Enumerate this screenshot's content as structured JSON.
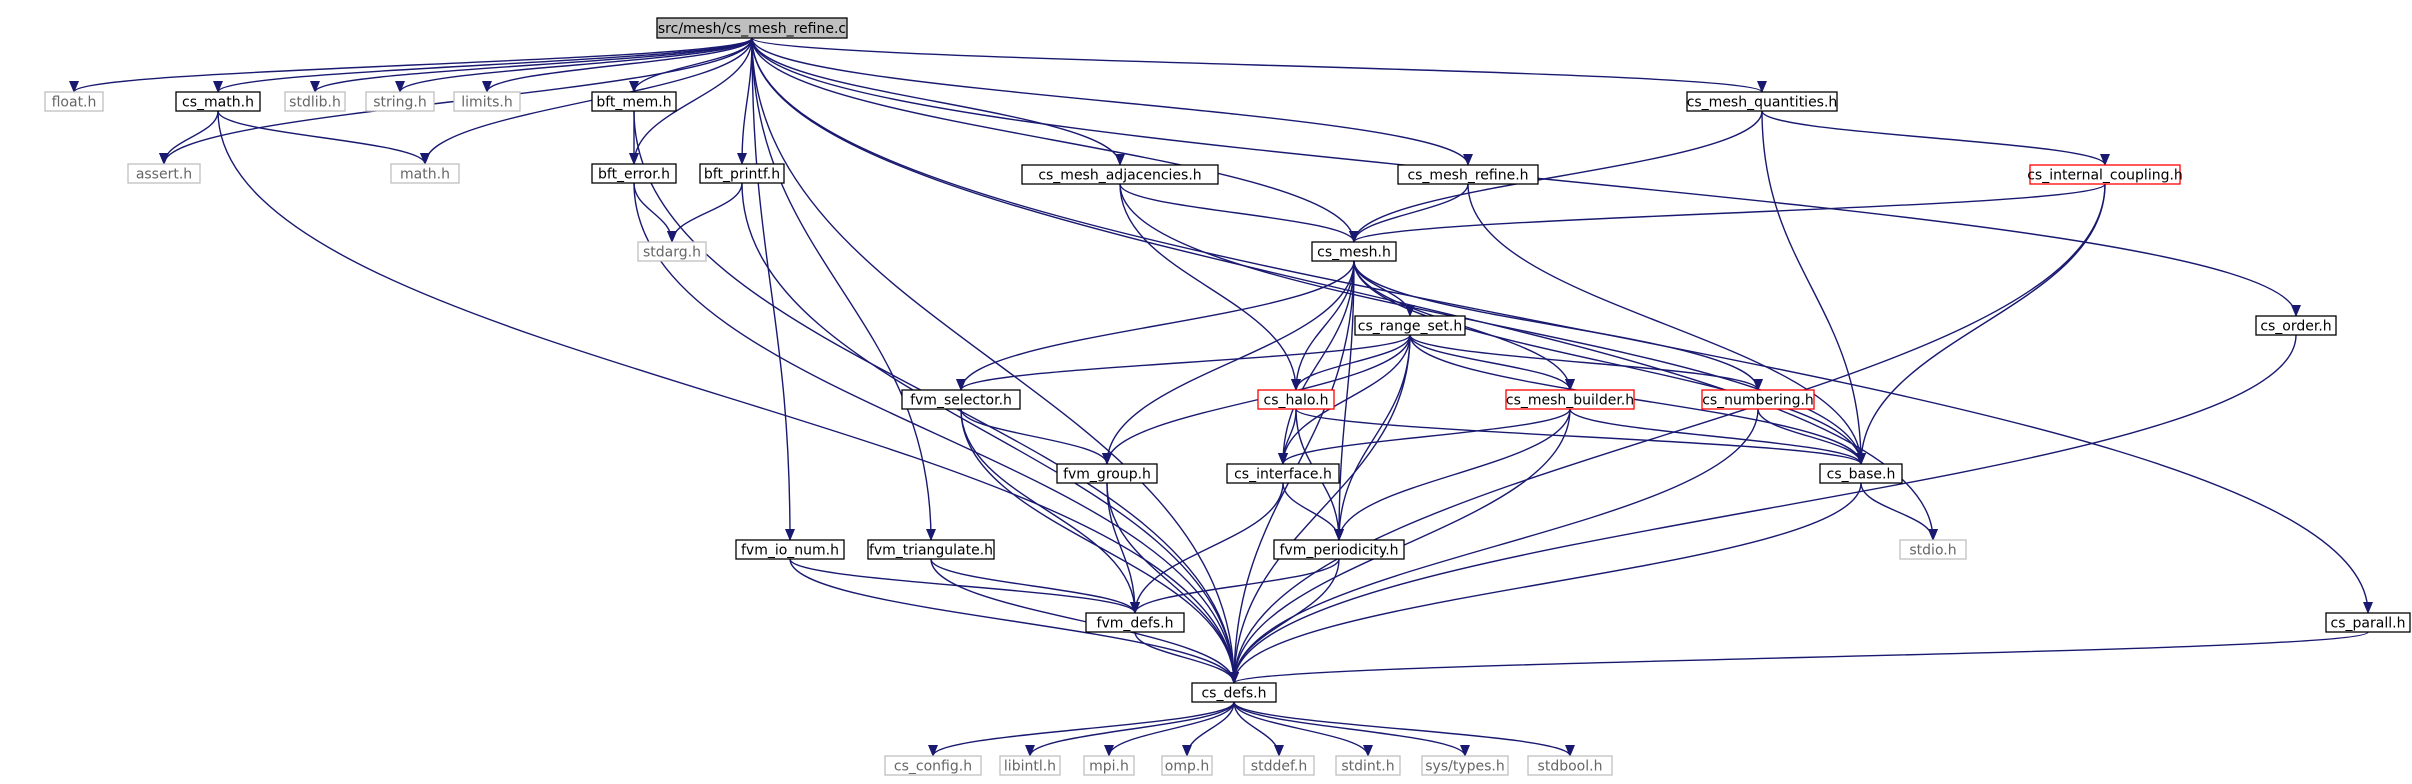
{
  "diagram": {
    "title": "src/mesh/cs_mesh_refine.c",
    "style_colors": {
      "edge": "#191970",
      "root_fill": "#bfbfbf",
      "normal_border": "#000000",
      "truncated_border": "#ff0000",
      "external_border": "#bfbfbf",
      "external_text": "#666666"
    },
    "nodes": [
      {
        "id": "root",
        "label": "src/mesh/cs_mesh_refine.c",
        "kind": "root"
      },
      {
        "id": "float",
        "label": "float.h",
        "kind": "external"
      },
      {
        "id": "cs_math",
        "label": "cs_math.h",
        "kind": "normal"
      },
      {
        "id": "stdlib",
        "label": "stdlib.h",
        "kind": "external"
      },
      {
        "id": "string",
        "label": "string.h",
        "kind": "external"
      },
      {
        "id": "limits",
        "label": "limits.h",
        "kind": "external"
      },
      {
        "id": "bft_mem",
        "label": "bft_mem.h",
        "kind": "normal"
      },
      {
        "id": "assert",
        "label": "assert.h",
        "kind": "external"
      },
      {
        "id": "math",
        "label": "math.h",
        "kind": "external"
      },
      {
        "id": "bft_error",
        "label": "bft_error.h",
        "kind": "normal"
      },
      {
        "id": "bft_printf",
        "label": "bft_printf.h",
        "kind": "normal"
      },
      {
        "id": "stdarg",
        "label": "stdarg.h",
        "kind": "external"
      },
      {
        "id": "cs_mesh_adjacencies",
        "label": "cs_mesh_adjacencies.h",
        "kind": "normal"
      },
      {
        "id": "cs_mesh_quantities",
        "label": "cs_mesh_quantities.h",
        "kind": "normal"
      },
      {
        "id": "cs_mesh_refine_h",
        "label": "cs_mesh_refine.h",
        "kind": "normal"
      },
      {
        "id": "cs_internal_coupling",
        "label": "cs_internal_coupling.h",
        "kind": "truncated"
      },
      {
        "id": "cs_mesh",
        "label": "cs_mesh.h",
        "kind": "normal"
      },
      {
        "id": "cs_range_set",
        "label": "cs_range_set.h",
        "kind": "normal"
      },
      {
        "id": "fvm_selector",
        "label": "fvm_selector.h",
        "kind": "normal"
      },
      {
        "id": "cs_halo",
        "label": "cs_halo.h",
        "kind": "truncated"
      },
      {
        "id": "cs_mesh_builder",
        "label": "cs_mesh_builder.h",
        "kind": "truncated"
      },
      {
        "id": "cs_numbering",
        "label": "cs_numbering.h",
        "kind": "truncated"
      },
      {
        "id": "cs_order",
        "label": "cs_order.h",
        "kind": "normal"
      },
      {
        "id": "fvm_group",
        "label": "fvm_group.h",
        "kind": "normal"
      },
      {
        "id": "cs_interface",
        "label": "cs_interface.h",
        "kind": "normal"
      },
      {
        "id": "cs_base",
        "label": "cs_base.h",
        "kind": "normal"
      },
      {
        "id": "fvm_io_num",
        "label": "fvm_io_num.h",
        "kind": "normal"
      },
      {
        "id": "fvm_triangulate",
        "label": "fvm_triangulate.h",
        "kind": "normal"
      },
      {
        "id": "fvm_periodicity",
        "label": "fvm_periodicity.h",
        "kind": "normal"
      },
      {
        "id": "stdio",
        "label": "stdio.h",
        "kind": "external"
      },
      {
        "id": "fvm_defs",
        "label": "fvm_defs.h",
        "kind": "normal"
      },
      {
        "id": "cs_parall",
        "label": "cs_parall.h",
        "kind": "normal"
      },
      {
        "id": "cs_defs",
        "label": "cs_defs.h",
        "kind": "normal"
      },
      {
        "id": "cs_config",
        "label": "cs_config.h",
        "kind": "external"
      },
      {
        "id": "libintl",
        "label": "libintl.h",
        "kind": "external"
      },
      {
        "id": "mpi",
        "label": "mpi.h",
        "kind": "external"
      },
      {
        "id": "omp",
        "label": "omp.h",
        "kind": "external"
      },
      {
        "id": "stddef",
        "label": "stddef.h",
        "kind": "external"
      },
      {
        "id": "stdint",
        "label": "stdint.h",
        "kind": "external"
      },
      {
        "id": "sys_types",
        "label": "sys/types.h",
        "kind": "external"
      },
      {
        "id": "stdbool",
        "label": "stdbool.h",
        "kind": "external"
      }
    ],
    "edges": [
      [
        "root",
        "float"
      ],
      [
        "root",
        "cs_math"
      ],
      [
        "root",
        "stdlib"
      ],
      [
        "root",
        "string"
      ],
      [
        "root",
        "limits"
      ],
      [
        "root",
        "bft_mem"
      ],
      [
        "root",
        "assert"
      ],
      [
        "root",
        "math"
      ],
      [
        "root",
        "bft_error"
      ],
      [
        "root",
        "bft_printf"
      ],
      [
        "root",
        "cs_mesh_adjacencies"
      ],
      [
        "root",
        "cs_mesh_quantities"
      ],
      [
        "root",
        "cs_mesh_refine_h"
      ],
      [
        "root",
        "cs_mesh"
      ],
      [
        "root",
        "fvm_io_num"
      ],
      [
        "root",
        "fvm_triangulate"
      ],
      [
        "root",
        "stdio"
      ],
      [
        "root",
        "cs_order"
      ],
      [
        "root",
        "cs_parall"
      ],
      [
        "root",
        "cs_defs"
      ],
      [
        "cs_math",
        "assert"
      ],
      [
        "cs_math",
        "math"
      ],
      [
        "cs_math",
        "cs_defs"
      ],
      [
        "bft_mem",
        "bft_error"
      ],
      [
        "bft_mem",
        "cs_defs"
      ],
      [
        "bft_error",
        "stdarg"
      ],
      [
        "bft_error",
        "cs_defs"
      ],
      [
        "bft_printf",
        "stdarg"
      ],
      [
        "bft_printf",
        "cs_defs"
      ],
      [
        "cs_mesh_adjacencies",
        "cs_mesh"
      ],
      [
        "cs_mesh_adjacencies",
        "cs_halo"
      ],
      [
        "cs_mesh_adjacencies",
        "cs_base"
      ],
      [
        "cs_mesh_quantities",
        "cs_mesh"
      ],
      [
        "cs_mesh_quantities",
        "cs_internal_coupling"
      ],
      [
        "cs_mesh_quantities",
        "cs_base"
      ],
      [
        "cs_mesh_refine_h",
        "cs_mesh"
      ],
      [
        "cs_mesh_refine_h",
        "cs_base"
      ],
      [
        "cs_internal_coupling",
        "cs_mesh"
      ],
      [
        "cs_internal_coupling",
        "cs_base"
      ],
      [
        "cs_internal_coupling",
        "cs_defs"
      ],
      [
        "cs_mesh",
        "fvm_selector"
      ],
      [
        "cs_mesh",
        "cs_range_set"
      ],
      [
        "cs_mesh",
        "fvm_group"
      ],
      [
        "cs_mesh",
        "cs_halo"
      ],
      [
        "cs_mesh",
        "cs_interface"
      ],
      [
        "cs_mesh",
        "fvm_periodicity"
      ],
      [
        "cs_mesh",
        "cs_mesh_builder"
      ],
      [
        "cs_mesh",
        "cs_numbering"
      ],
      [
        "cs_mesh",
        "cs_base"
      ],
      [
        "cs_mesh",
        "cs_defs"
      ],
      [
        "cs_range_set",
        "fvm_selector"
      ],
      [
        "cs_range_set",
        "cs_halo"
      ],
      [
        "cs_range_set",
        "fvm_group"
      ],
      [
        "cs_range_set",
        "cs_interface"
      ],
      [
        "cs_range_set",
        "fvm_periodicity"
      ],
      [
        "cs_range_set",
        "cs_mesh_builder"
      ],
      [
        "cs_range_set",
        "cs_numbering"
      ],
      [
        "cs_range_set",
        "cs_base"
      ],
      [
        "cs_range_set",
        "cs_defs"
      ],
      [
        "fvm_selector",
        "fvm_group"
      ],
      [
        "fvm_selector",
        "fvm_defs"
      ],
      [
        "fvm_selector",
        "cs_defs"
      ],
      [
        "cs_halo",
        "cs_interface"
      ],
      [
        "cs_halo",
        "fvm_periodicity"
      ],
      [
        "cs_halo",
        "cs_base"
      ],
      [
        "cs_mesh_builder",
        "cs_interface"
      ],
      [
        "cs_mesh_builder",
        "fvm_periodicity"
      ],
      [
        "cs_mesh_builder",
        "cs_base"
      ],
      [
        "cs_mesh_builder",
        "cs_defs"
      ],
      [
        "cs_numbering",
        "cs_base"
      ],
      [
        "cs_numbering",
        "cs_defs"
      ],
      [
        "fvm_group",
        "fvm_defs"
      ],
      [
        "fvm_group",
        "cs_defs"
      ],
      [
        "cs_interface",
        "fvm_periodicity"
      ],
      [
        "cs_interface",
        "fvm_defs"
      ],
      [
        "fvm_periodicity",
        "fvm_defs"
      ],
      [
        "fvm_periodicity",
        "cs_defs"
      ],
      [
        "cs_base",
        "stdio"
      ],
      [
        "cs_base",
        "cs_defs"
      ],
      [
        "fvm_io_num",
        "fvm_defs"
      ],
      [
        "fvm_io_num",
        "cs_defs"
      ],
      [
        "fvm_triangulate",
        "fvm_defs"
      ],
      [
        "fvm_triangulate",
        "cs_defs"
      ],
      [
        "fvm_defs",
        "cs_defs"
      ],
      [
        "cs_order",
        "cs_defs"
      ],
      [
        "cs_parall",
        "cs_defs"
      ],
      [
        "cs_defs",
        "cs_config"
      ],
      [
        "cs_defs",
        "libintl"
      ],
      [
        "cs_defs",
        "mpi"
      ],
      [
        "cs_defs",
        "omp"
      ],
      [
        "cs_defs",
        "stddef"
      ],
      [
        "cs_defs",
        "stdint"
      ],
      [
        "cs_defs",
        "sys_types"
      ],
      [
        "cs_defs",
        "stdbool"
      ]
    ]
  }
}
